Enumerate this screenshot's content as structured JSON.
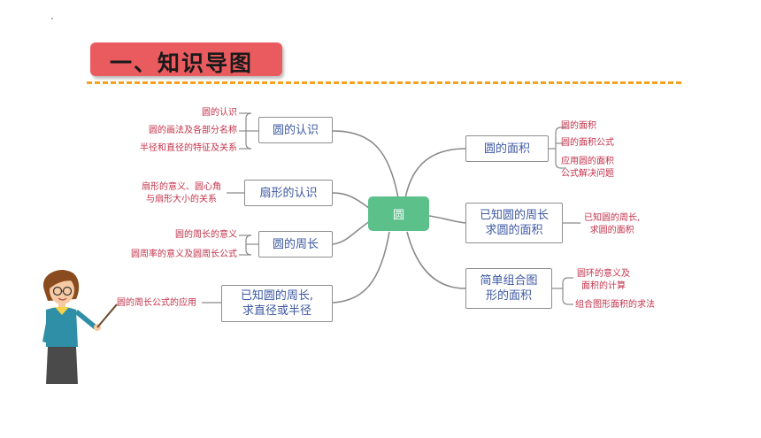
{
  "title": "一、知识导图",
  "center": "圆",
  "left_branches": [
    {
      "label": "圆的认识",
      "leaves": [
        "圆的认识",
        "圆的画法及各部分名称",
        "半径和直径的特征及关系"
      ]
    },
    {
      "label": "扇形的认识",
      "leaves": [
        "扇形的意义、圆心角\n与扇形大小的关系"
      ]
    },
    {
      "label": "圆的周长",
      "leaves": [
        "圆的周长的意义",
        "圆周率的意义及圆周长公式"
      ]
    },
    {
      "label": "已知圆的周长,\n求直径或半径",
      "leaves": [
        "圆的周长公式的应用"
      ]
    }
  ],
  "right_branches": [
    {
      "label": "圆的面积",
      "leaves": [
        "圆的面积",
        "圆的面积公式",
        "应用圆的面积\n公式解决问题"
      ]
    },
    {
      "label": "已知圆的周长\n求圆的面积",
      "leaves": [
        "已知圆的周长,\n求圆的面积"
      ]
    },
    {
      "label": "简单组合图\n形的面积",
      "leaves": [
        "圆环的意义及\n面积的计算",
        "组合图形面积的求法"
      ]
    }
  ],
  "colors": {
    "title_bg": "#ea5b5f",
    "dash": "#f4a21f",
    "center": "#5cc08b",
    "node_text": "#3d58a3",
    "leaf_text": "#c3324a",
    "line": "#8a8a8a"
  }
}
